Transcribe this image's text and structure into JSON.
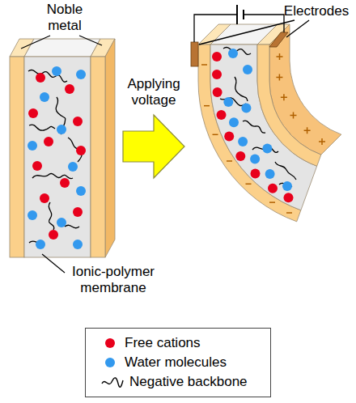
{
  "diagram": {
    "labels": [
      "Noble metal",
      "Electrodes",
      "Applying voltage",
      "Ionic-polymer membrane"
    ],
    "legend": [
      {
        "text": "Free cations",
        "color": "#e8001c"
      },
      {
        "text": "Water molecules",
        "color": "#3399ee"
      },
      {
        "text": "Negative backbone"
      }
    ]
  }
}
